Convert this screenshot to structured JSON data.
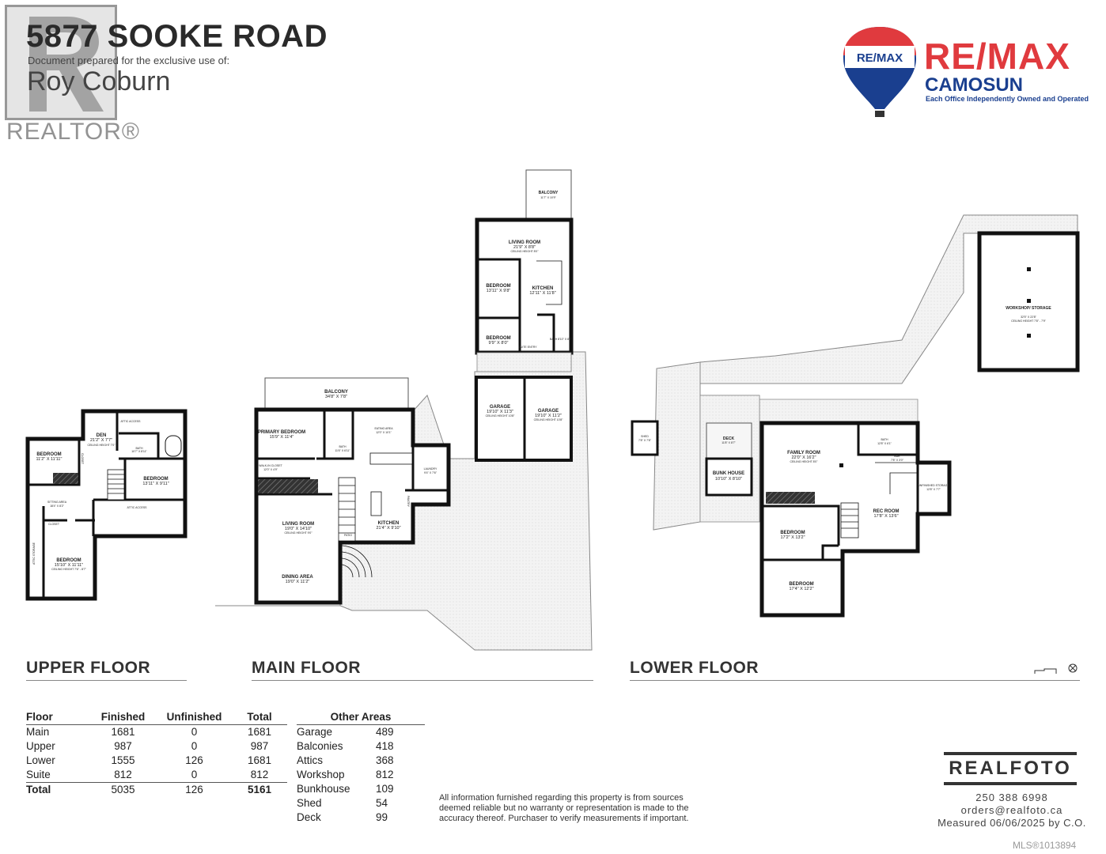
{
  "header": {
    "address": "5877 SOOKE ROAD",
    "prepared_for": "Document prepared for the exclusive use of:",
    "client": "Roy Coburn",
    "realtor_mark": "REALTOR®"
  },
  "brand": {
    "balloon_text": "RE/MAX",
    "name": "RE/MAX",
    "office": "CAMOSUN",
    "tagline": "Each Office Independently Owned and Operated",
    "colors": {
      "red": "#e03a3e",
      "blue": "#1a3f8f"
    }
  },
  "plans": {
    "upper": {
      "label": "UPPER FLOOR",
      "rooms": [
        {
          "name": "BEDROOM",
          "dims": "11'2\" X 11'11\""
        },
        {
          "name": "DEN",
          "dims": "21'2\" X 7'7\"",
          "ceiling": "CEILING HEIGHT 7'0\""
        },
        {
          "name": "BEDROOM",
          "dims": "13'11\" X 9'11\""
        },
        {
          "name": "SITTING AREA",
          "dims": "18'4\" X 8'2\""
        },
        {
          "name": "BEDROOM",
          "dims": "15'10\" X 11'11\"",
          "ceiling": "CEILING HEIGHT 7'6\" - 8'7\""
        },
        {
          "name": "BATH",
          "dims": "10'7\" X 8'11\""
        }
      ],
      "small": [
        "CLOSET",
        "CLOSET",
        "ATTIC ACCESS",
        "ATTIC ACCESS",
        "ATTIC STORAGE"
      ]
    },
    "main": {
      "label": "MAIN FLOOR",
      "rooms": [
        {
          "name": "BALCONY",
          "dims": "34'8\" X 7'8\""
        },
        {
          "name": "PRIMARY BEDROOM",
          "dims": "15'9\" X 11'4\""
        },
        {
          "name": "EATING AREA",
          "dims": "12'0\" X 10'1\""
        },
        {
          "name": "LIVING ROOM",
          "dims": "19'0\" X 14'10\"",
          "ceiling": "CEILING HEIGHT 9'0\""
        },
        {
          "name": "KITCHEN",
          "dims": "21'4\" X 9'10\""
        },
        {
          "name": "DINING AREA",
          "dims": "19'0\" X 11'2\""
        },
        {
          "name": "LAUNDRY",
          "dims": "9'4\" X 7'6\""
        },
        {
          "name": "BATH",
          "dims": "11'6\" X 6'11\""
        },
        {
          "name": "WALK-IN CLOSET",
          "dims": "12'0\" X 4'9\""
        }
      ],
      "small": [
        "PANTRY",
        "PATIO"
      ]
    },
    "suite": {
      "rooms": [
        {
          "name": "BALCONY",
          "dims": "11'7\" X 10'9\""
        },
        {
          "name": "LIVING ROOM",
          "dims": "21'9\" X 8'8\"",
          "ceiling": "CEILING HEIGHT 8'0\""
        },
        {
          "name": "BEDROOM",
          "dims": "13'11\" X 9'8\""
        },
        {
          "name": "KITCHEN",
          "dims": "12'11\" X 11'8\""
        },
        {
          "name": "BEDROOM",
          "dims": "9'9\" X 8'0\""
        },
        {
          "name": "GARAGE",
          "dims": "19'10\" X 11'3\"",
          "ceiling": "CEILING HEIGHT 10'8\""
        },
        {
          "name": "GARAGE",
          "dims": "19'10\" X 11'2\"",
          "ceiling": "CEILING HEIGHT 10'8\""
        }
      ],
      "small": [
        "SUITE ENTRY",
        "BATH 8'10\" X 8'0\""
      ]
    },
    "lower": {
      "label": "LOWER FLOOR",
      "rooms": [
        {
          "name": "FAMILY ROOM",
          "dims": "22'0\" X 16'2\"",
          "ceiling": "CEILING HEIGHT 8'0\""
        },
        {
          "name": "REC ROOM",
          "dims": "17'8\" X 13'6\""
        },
        {
          "name": "BEDROOM",
          "dims": "17'2\" X 13'2\""
        },
        {
          "name": "BEDROOM",
          "dims": "17'4\" X 12'2\""
        },
        {
          "name": "UNFINISHED STORAGE",
          "dims": "12'8\" X 7'7\""
        },
        {
          "name": "DECK",
          "dims": "11'8\" X 8'7\""
        },
        {
          "name": "BUNK HOUSE",
          "dims": "10'10\" X 8'10\""
        },
        {
          "name": "SHED",
          "dims": "7'8\" X 7'8\""
        },
        {
          "name": "WORKSHOP/ STORAGE",
          "dims": "32'5\" X 22'8\"",
          "ceiling": "CEILING HEIGHT 7'8\" - 7'9\""
        },
        {
          "name": "BATH",
          "dims": "12'8\" X 6'1\""
        },
        {
          "name": "BAR",
          "dims": "7'8\" X 3'0\""
        }
      ]
    }
  },
  "floor_table": {
    "headers": [
      "Floor",
      "Finished",
      "Unfinished",
      "Total"
    ],
    "rows": [
      [
        "Main",
        "1681",
        "0",
        "1681"
      ],
      [
        "Upper",
        "987",
        "0",
        "987"
      ],
      [
        "Lower",
        "1555",
        "126",
        "1681"
      ],
      [
        "Suite",
        "812",
        "0",
        "812"
      ]
    ],
    "total": [
      "Total",
      "5035",
      "126",
      "5161"
    ]
  },
  "other_areas": {
    "header": "Other Areas",
    "rows": [
      [
        "Garage",
        "489"
      ],
      [
        "Balconies",
        "418"
      ],
      [
        "Attics",
        "368"
      ],
      [
        "Workshop",
        "812"
      ],
      [
        "Bunkhouse",
        "109"
      ],
      [
        "Shed",
        "54"
      ],
      [
        "Deck",
        "99"
      ]
    ]
  },
  "disclaimer": "All information furnished regarding this property is from sources deemed reliable but no warranty or representation is made to the accuracy thereof. Purchaser to verify measurements if important.",
  "photographer": {
    "name": "REALFOTO",
    "phone": "250 388 6998",
    "email": "orders@realfoto.ca",
    "measured": "Measured 06/06/2025 by C.O."
  },
  "mls": "MLS®1013894"
}
